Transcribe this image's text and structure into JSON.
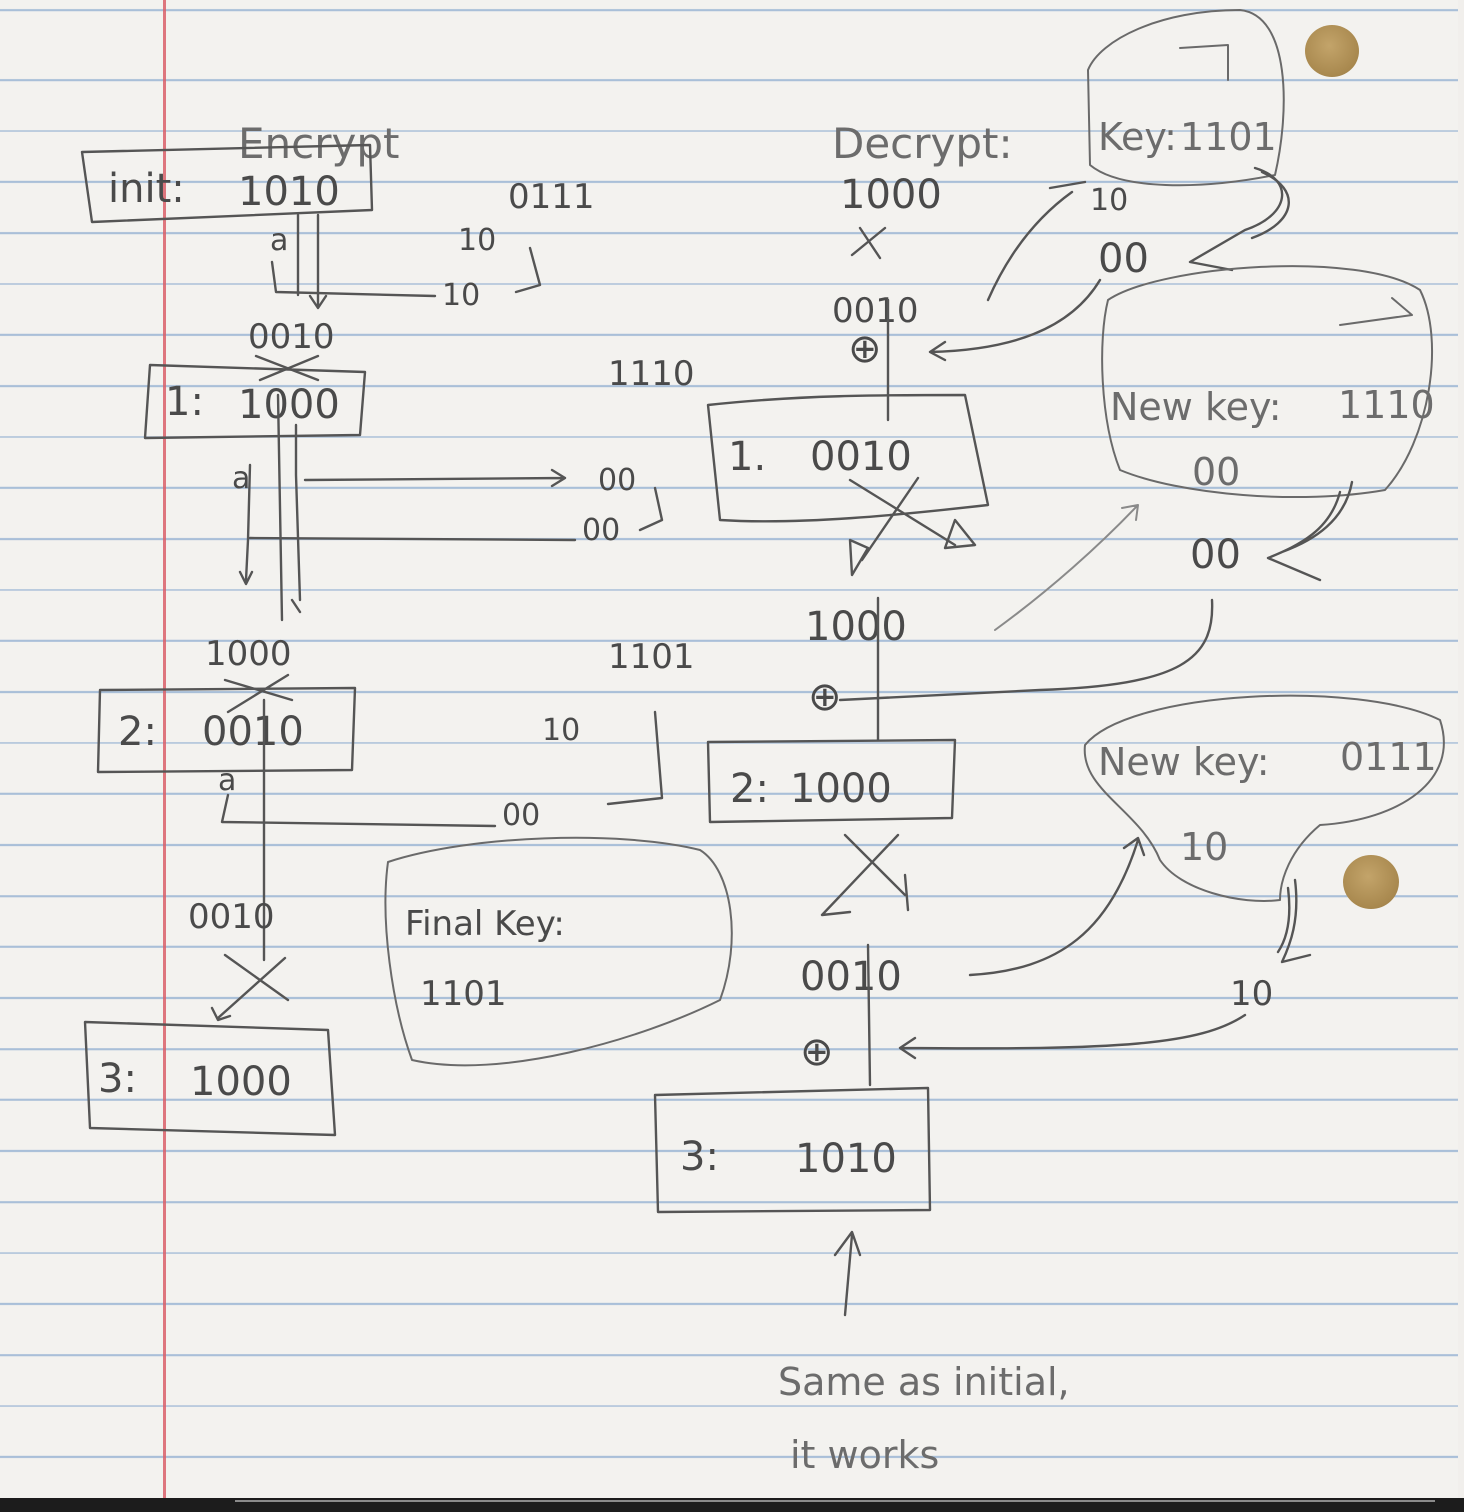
{
  "encrypt": {
    "heading": "Encrypt",
    "init_label": "init:",
    "init_value": "1010",
    "key_1": "0111",
    "key_1_half": "10",
    "key_1_half_copy": "10",
    "round1_swapped": "0010",
    "round1_label": "1:",
    "round1_value": "1000",
    "key_2": "1110",
    "key_2_half_a": "00",
    "key_2_half_b": "00",
    "round2_swapped": "1000",
    "round2_label": "2:",
    "round2_value": "0010",
    "key_3": "1101",
    "key_3_half_a": "10",
    "key_3_half_b": "00",
    "round3_pre": "0010",
    "round3_label": "3:",
    "round3_value": "1000",
    "final_key_label": "Final Key:",
    "final_key_value": "1101",
    "small_a": "a"
  },
  "decrypt": {
    "heading": "Decrypt:",
    "key_label": "Key:",
    "key_value": "1101",
    "key_half_a": "10",
    "key_half_b": "00",
    "ciphertext": "1000",
    "step1_pre": "0010",
    "xor_symbol": "⊕",
    "round1_label": "1.",
    "round1_value": "0010",
    "new_key_1_label": "New key:",
    "new_key_1_value": "1110",
    "new_key_1_half_a": "00",
    "new_key_1_half_b": "00",
    "step2_pre": "1000",
    "round2_label": "2:",
    "round2_value": "1000",
    "new_key_2_label": "New key:",
    "new_key_2_value": "0111",
    "new_key_2_half_a": "10",
    "new_key_2_half_b": "10",
    "step3_pre": "0010",
    "round3_label": "3:",
    "round3_value": "1010",
    "conclusion_line1": "Same as initial,",
    "conclusion_line2": "it works"
  },
  "colors": {
    "paper": "#f3f2ef",
    "rule_line": "#a9bfd8",
    "margin_line": "#d9606a",
    "pencil": "#4a4a4a",
    "hole": "#b09050"
  }
}
